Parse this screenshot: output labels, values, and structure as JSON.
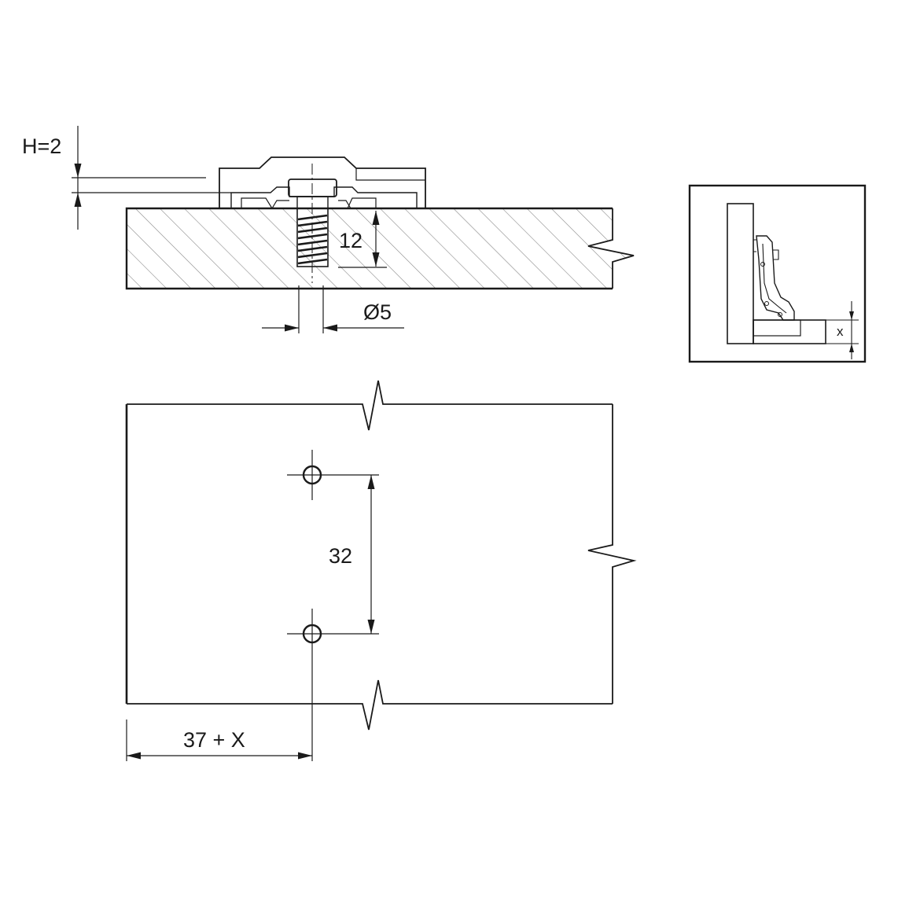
{
  "side_view": {
    "h_label": "H=2",
    "depth_label": "12",
    "diameter_label": "Ø5"
  },
  "inset": {
    "x_label": "x"
  },
  "top_view": {
    "spacing_label": "32",
    "offset_label": "37 + X"
  },
  "colors": {
    "line": "#1a1a1a",
    "hatch": "#8a8a8a",
    "part_fill": "#ffffff"
  }
}
